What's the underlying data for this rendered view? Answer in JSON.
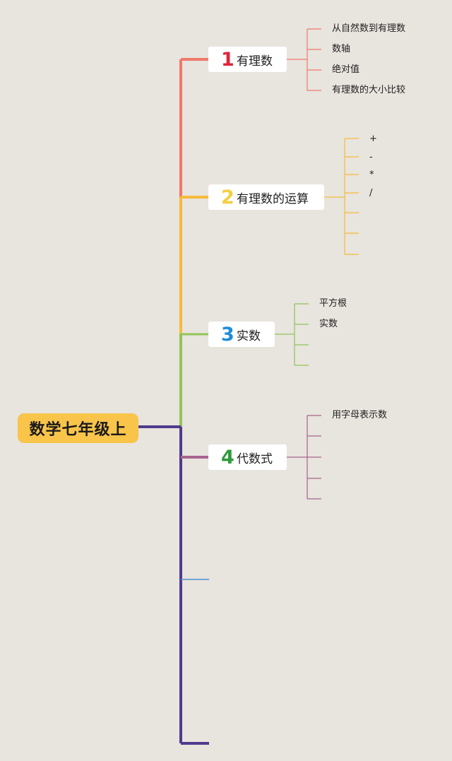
{
  "root": {
    "label": "数学七年级上",
    "color": "#f8c44a"
  },
  "topics": [
    {
      "num": "1",
      "label": "有理数",
      "num_color": "#e0253b",
      "line_color": "#f0796a",
      "children": [
        "从自然数到有理数",
        "数轴",
        "绝对值",
        "有理数的大小比较"
      ]
    },
    {
      "num": "2",
      "label": "有理数的运算",
      "num_color": "#f3cf42",
      "line_color": "#f5bc3a",
      "children": [
        "+",
        "-",
        "*",
        "/",
        "",
        "",
        ""
      ]
    },
    {
      "num": "3",
      "label": "实数",
      "num_color": "#1f8ed8",
      "line_color": "#92c45a",
      "children": [
        "平方根",
        "实数",
        "",
        ""
      ]
    },
    {
      "num": "4",
      "label": "代数式",
      "num_color": "#2e9a3a",
      "line_color": "#a8638f",
      "children": [
        "用字母表示数",
        "",
        "",
        "",
        ""
      ]
    }
  ],
  "trunk_color": "#503b8e",
  "extra_branch_color": "#4b8fd1"
}
